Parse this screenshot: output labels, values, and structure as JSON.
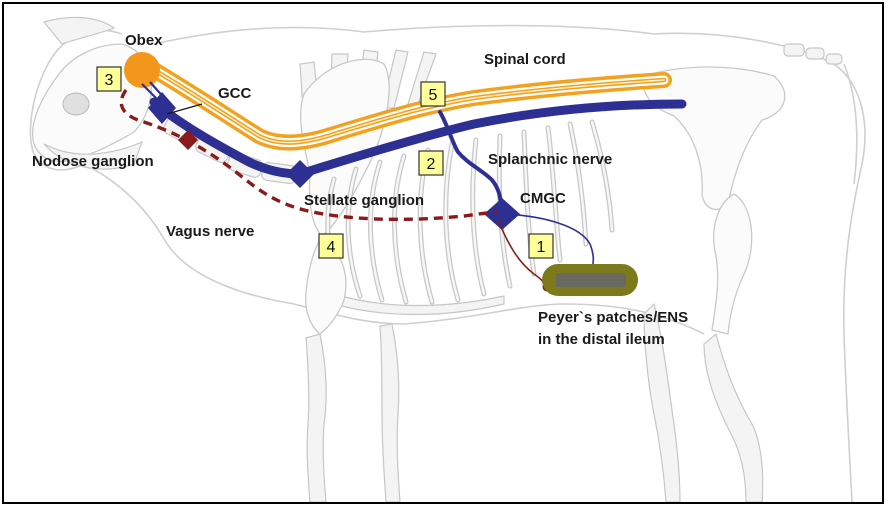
{
  "labels": {
    "obex": "Obex",
    "spinal_cord": "Spinal cord",
    "gcc": "GCC",
    "nodose_ganglion": "Nodose ganglion",
    "splanchnic_nerve": "Splanchnic nerve",
    "stellate_ganglion": "Stellate ganglion",
    "cmgc": "CMGC",
    "vagus_nerve": "Vagus nerve",
    "peyers_line1": "Peyer`s patches/ENS",
    "peyers_line2": "in the distal ileum"
  },
  "markers": {
    "m1": "1",
    "m2": "2",
    "m3": "3",
    "m4": "4",
    "m5": "5"
  },
  "colors": {
    "spinal_cord": "#f2a21f",
    "obex": "#f3961c",
    "sympathetic": "#2e2f93",
    "vagus": "#8b1a1a",
    "ileum": "#7d7a1c",
    "marker_fill": "#ffff99"
  }
}
